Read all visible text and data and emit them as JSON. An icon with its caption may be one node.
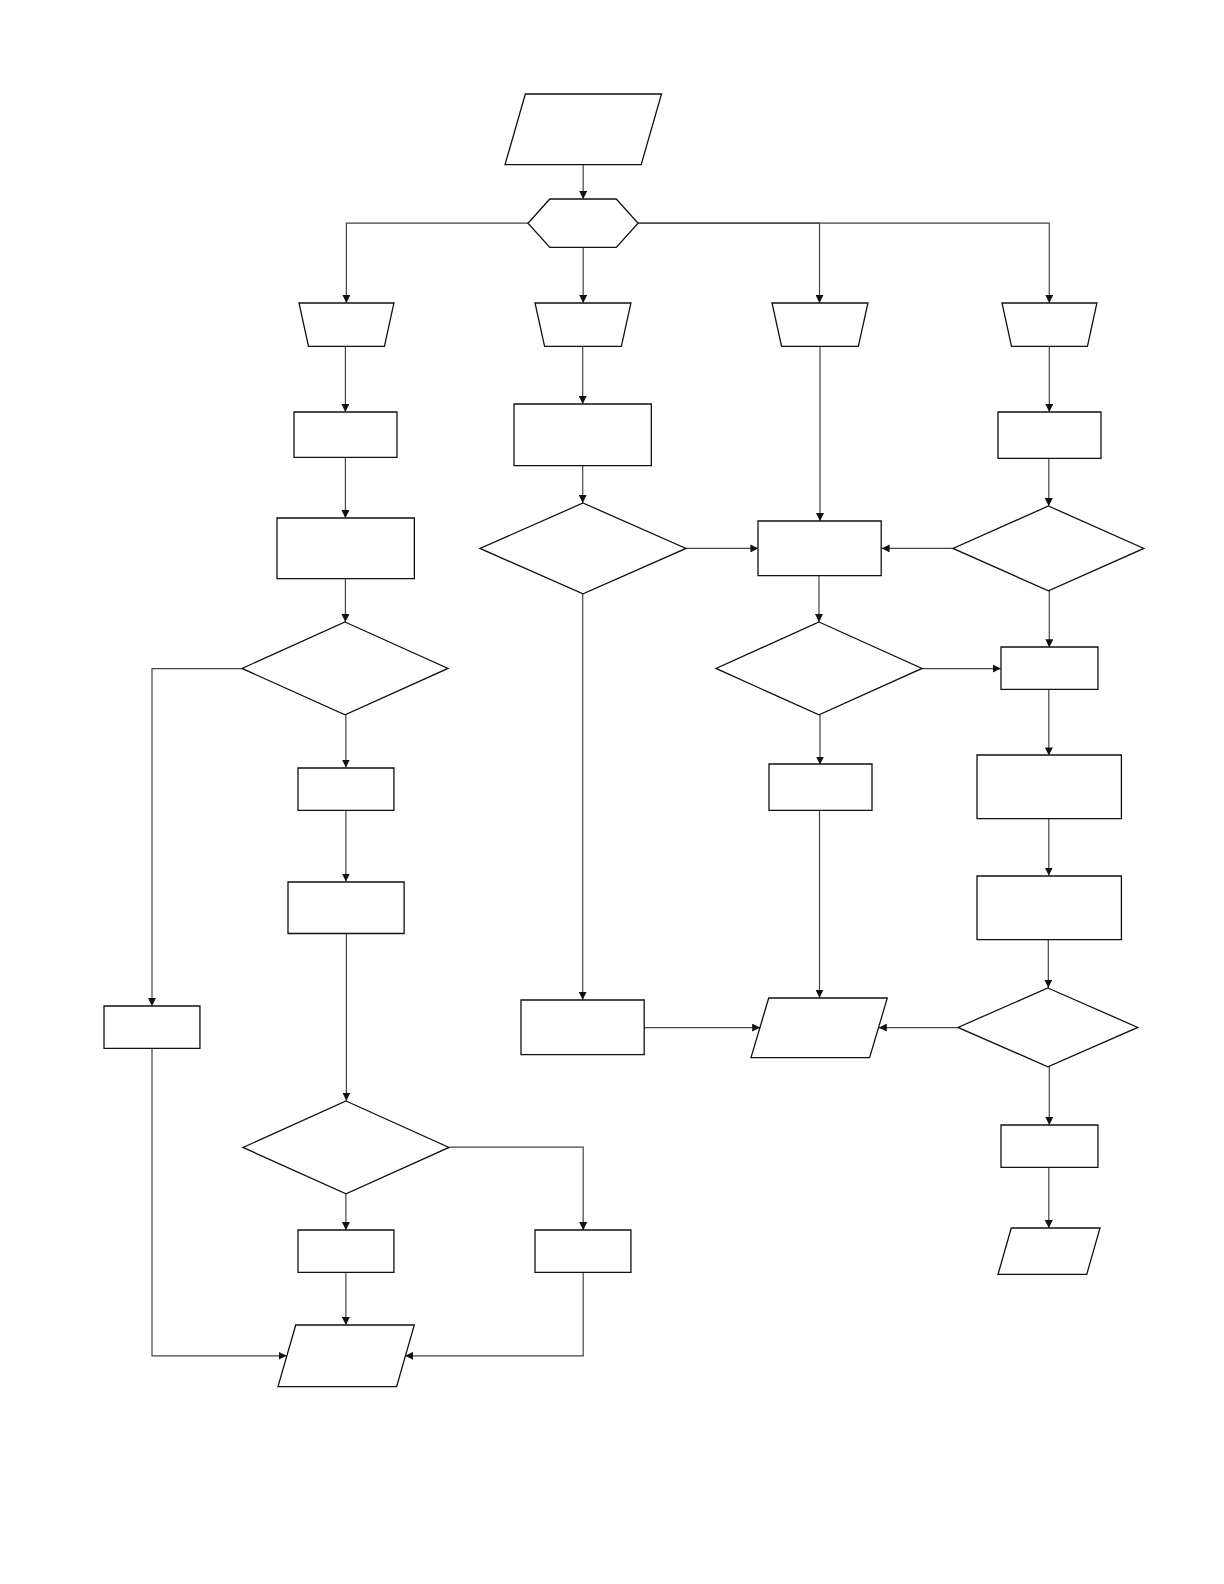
{
  "diagram": {
    "nodes": [
      {
        "text": [],
        "shape": "parallelogram"
      },
      {
        "text": [],
        "shape": "hexagon"
      },
      {
        "text": [],
        "shape": "trapezoid"
      },
      {
        "text": [],
        "shape": "trapezoid"
      },
      {
        "text": [],
        "shape": "trapezoid"
      },
      {
        "text": [],
        "shape": "trapezoid"
      },
      {
        "text": [],
        "shape": "box"
      },
      {
        "text": [],
        "shape": "box"
      },
      {
        "text": [],
        "shape": "box"
      },
      {
        "text": [],
        "shape": "box"
      },
      {
        "text": [],
        "shape": "diamond"
      },
      {
        "text": [],
        "shape": "box"
      },
      {
        "text": [],
        "shape": "diamond"
      },
      {
        "text": [],
        "shape": "diamond"
      },
      {
        "text": [],
        "shape": "diamond"
      },
      {
        "text": [],
        "shape": "box"
      },
      {
        "text": [],
        "shape": "box"
      },
      {
        "text": [],
        "shape": "box"
      },
      {
        "text": [],
        "shape": "box"
      },
      {
        "text": [],
        "shape": "box"
      },
      {
        "text": [],
        "shape": "box"
      },
      {
        "text": [],
        "shape": "diamond"
      },
      {
        "text": [],
        "shape": "box"
      },
      {
        "text": [],
        "shape": "box"
      },
      {
        "text": [],
        "shape": "parallelogram"
      },
      {
        "text": [],
        "shape": "diamond"
      },
      {
        "text": [],
        "shape": "box"
      },
      {
        "text": [],
        "shape": "box"
      },
      {
        "text": [],
        "shape": "box"
      },
      {
        "text": [],
        "shape": "parallelogram"
      },
      {
        "text": [],
        "shape": "parallelogram"
      }
    ],
    "edges": [
      {
        "from": 0,
        "to": 1,
        "arrow": "to"
      },
      {
        "from": 1,
        "to": 2,
        "arrow": "to"
      },
      {
        "from": 1,
        "to": 3,
        "arrow": "to"
      },
      {
        "from": 1,
        "to": 4,
        "arrow": "to"
      },
      {
        "from": 1,
        "to": 5,
        "arrow": "to"
      },
      {
        "from": 2,
        "to": 6,
        "arrow": "to"
      },
      {
        "from": 3,
        "to": 7,
        "arrow": "to"
      },
      {
        "from": 5,
        "to": 8,
        "arrow": "to"
      },
      {
        "from": 6,
        "to": 9,
        "arrow": "to"
      },
      {
        "from": 7,
        "to": 10,
        "arrow": "to"
      },
      {
        "from": 4,
        "to": 11,
        "arrow": "to"
      },
      {
        "from": 8,
        "to": 12,
        "arrow": "to"
      },
      {
        "from": 9,
        "to": 13,
        "arrow": "to"
      },
      {
        "from": 10,
        "to": 11,
        "arrow": "to"
      },
      {
        "from": 12,
        "to": 11,
        "arrow": "to"
      },
      {
        "from": 12,
        "to": 15,
        "arrow": "to"
      },
      {
        "from": 13,
        "to": 22,
        "arrow": "to"
      },
      {
        "from": 13,
        "to": 16,
        "arrow": "to"
      },
      {
        "from": 11,
        "to": 14,
        "arrow": "to"
      },
      {
        "from": 14,
        "to": 15,
        "arrow": "to"
      },
      {
        "from": 14,
        "to": 17,
        "arrow": "to"
      },
      {
        "from": 15,
        "to": 18,
        "arrow": "to"
      },
      {
        "from": 16,
        "to": 19,
        "arrow": "to"
      },
      {
        "from": 18,
        "to": 20,
        "arrow": "to"
      },
      {
        "from": 10,
        "to": 23,
        "arrow": "to"
      },
      {
        "from": 17,
        "to": 24,
        "arrow": "to"
      },
      {
        "from": 20,
        "to": 21,
        "arrow": "to"
      },
      {
        "from": 23,
        "to": 24,
        "arrow": "to"
      },
      {
        "from": 21,
        "to": 24,
        "arrow": "to"
      },
      {
        "from": 19,
        "to": 25,
        "arrow": "to"
      },
      {
        "from": 21,
        "to": 26,
        "arrow": "to"
      },
      {
        "from": 25,
        "to": 27,
        "arrow": "to"
      },
      {
        "from": 25,
        "to": 28,
        "arrow": "to"
      },
      {
        "from": 26,
        "to": 29,
        "arrow": "to"
      },
      {
        "from": 22,
        "to": 30,
        "arrow": "to"
      },
      {
        "from": 27,
        "to": 30,
        "arrow": "to"
      },
      {
        "from": 28,
        "to": 30,
        "arrow": "to"
      }
    ]
  }
}
